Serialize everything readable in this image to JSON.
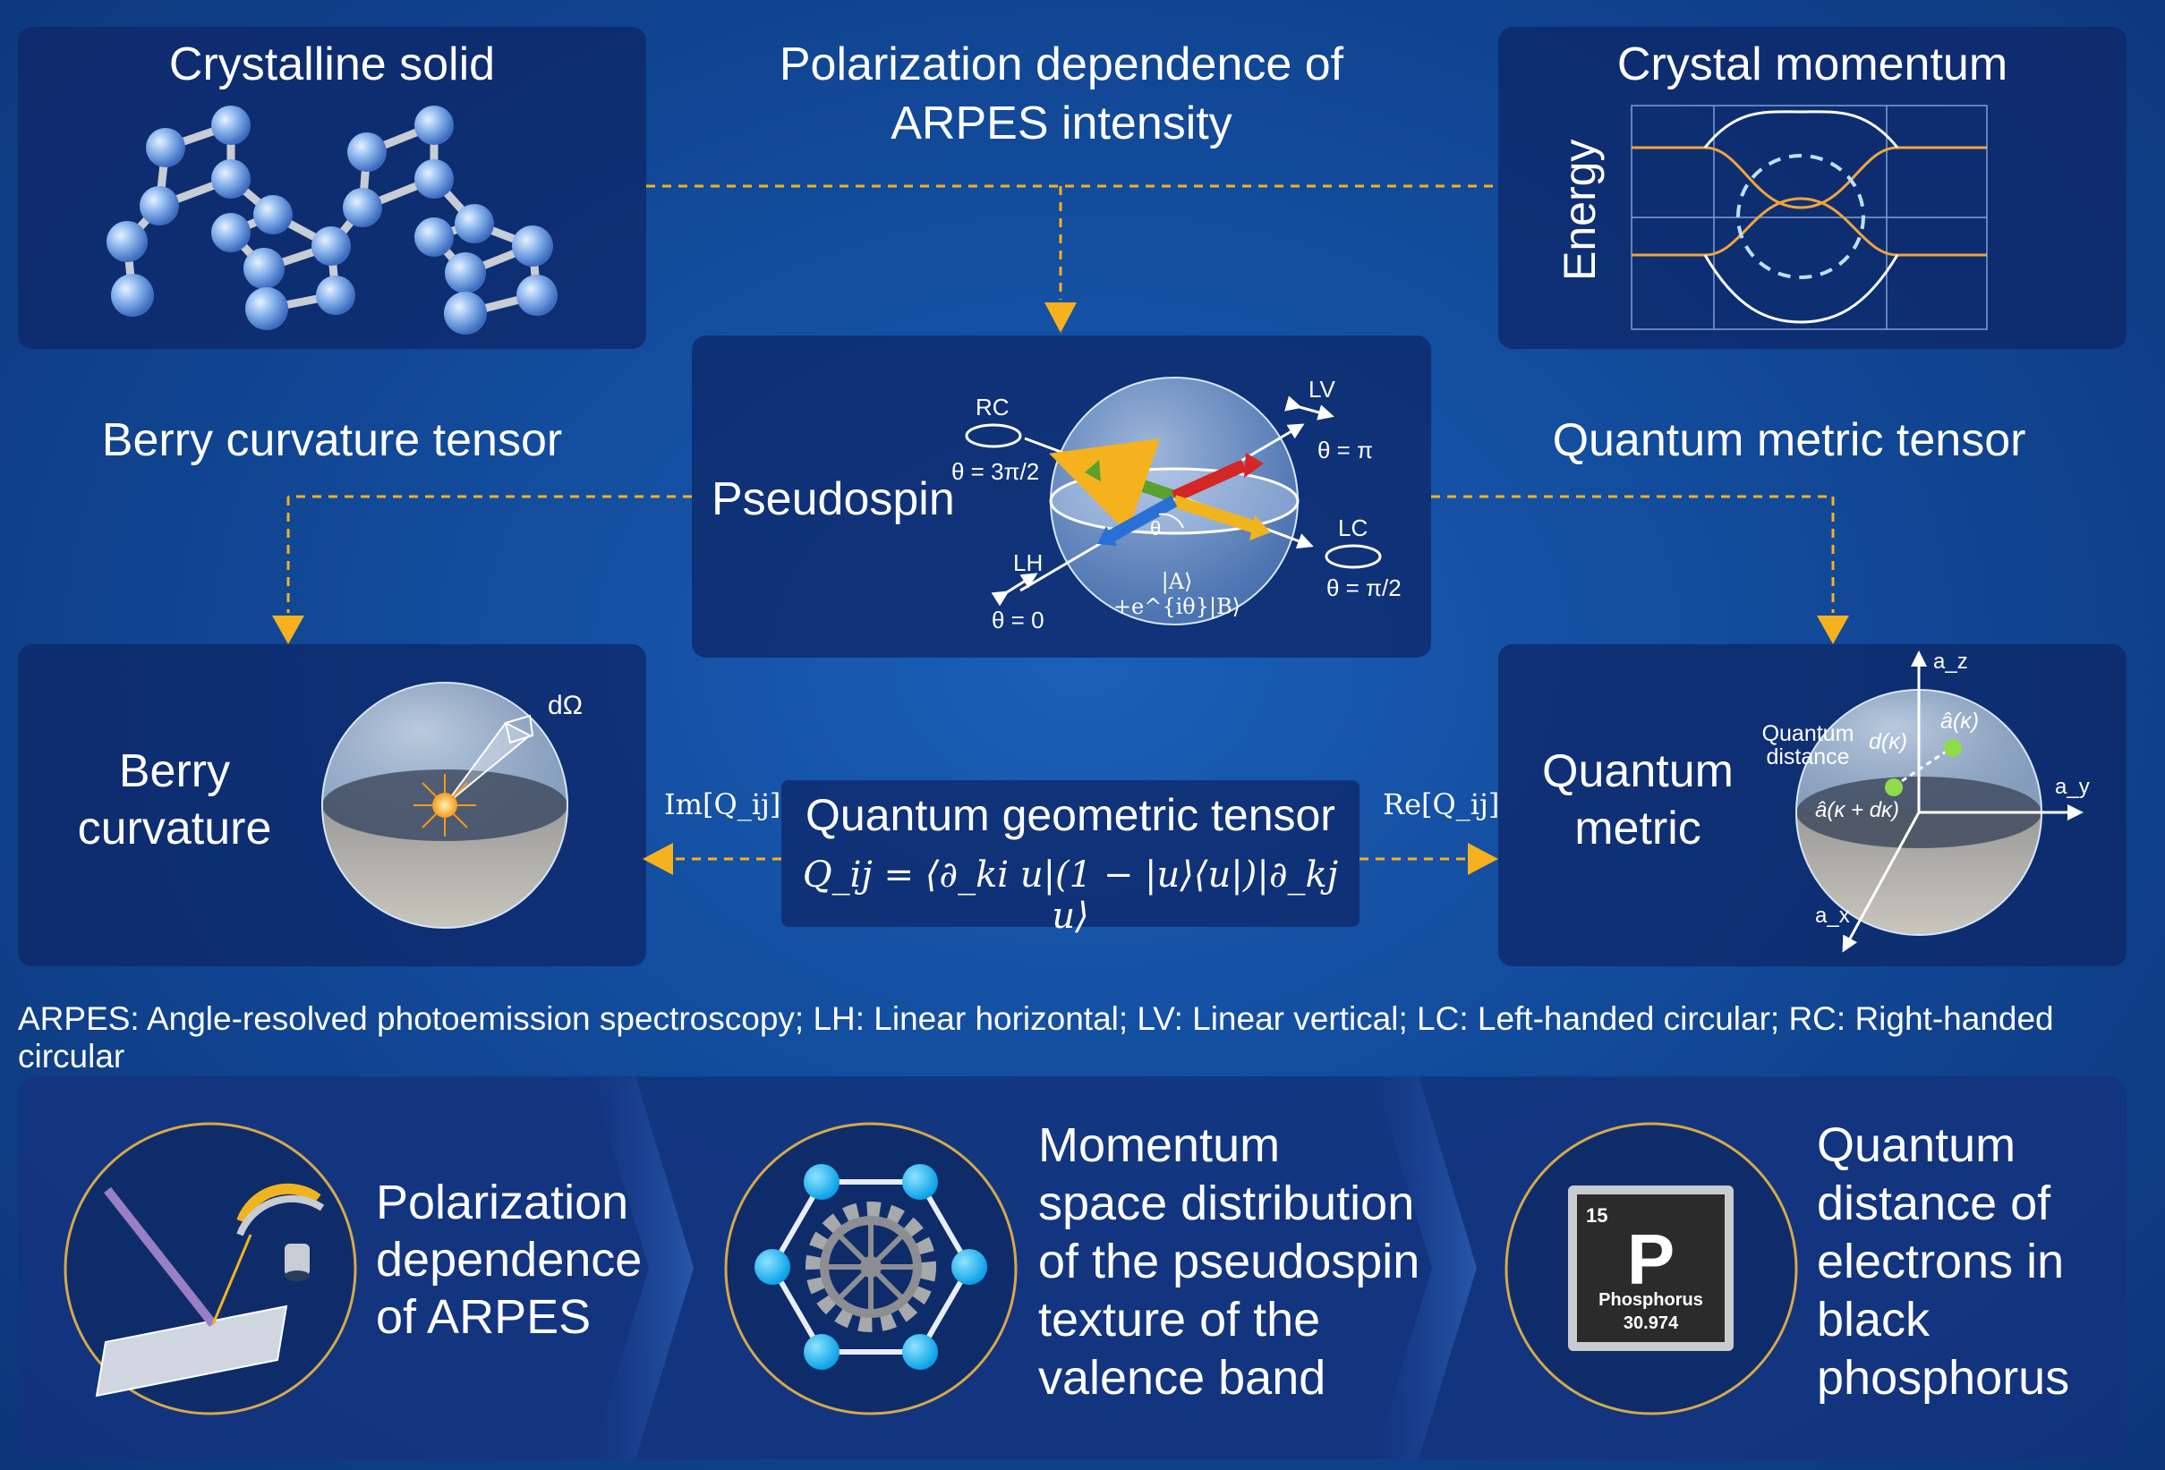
{
  "top_left": {
    "title": "Crystalline solid"
  },
  "top_center": {
    "title_line1": "Polarization dependence of",
    "title_line2": "ARPES intensity"
  },
  "top_right": {
    "title": "Crystal momentum",
    "axis_label": "Energy"
  },
  "pseudospin": {
    "title": "Pseudospin",
    "rc": "RC",
    "rc_theta": "θ = 3π/2",
    "lv": "LV",
    "lv_theta": "θ = π",
    "lc": "LC",
    "lc_theta": "θ = π/2",
    "lh": "LH",
    "lh_theta": "θ = 0",
    "theta": "θ",
    "state": "|A⟩+e^{iθ}|B⟩"
  },
  "berry_tensor_label": "Berry curvature tensor",
  "metric_tensor_label": "Quantum metric tensor",
  "berry": {
    "line1": "Berry",
    "line2": "curvature",
    "solid_angle": "dΩ"
  },
  "qgt": {
    "title": "Quantum geometric tensor",
    "formula": "Q_ij = ⟨∂_ki u|(1 − |u⟩⟨u|)|∂_kj u⟩",
    "im": "Im[Q_ij]",
    "re": "Re[Q_ij]"
  },
  "metric": {
    "line1": "Quantum",
    "line2": "metric",
    "qd1": "Quantum",
    "qd2": "distance",
    "d": "d(κ)",
    "a_k": "â(κ)",
    "a_kdk": "â(κ + dκ)",
    "az": "a_z",
    "ay": "a_y",
    "ax": "a_x"
  },
  "footnote": "ARPES: Angle-resolved photoemission spectroscopy; LH: Linear horizontal; LV: Linear vertical; LC: Left-handed circular; RC: Right-handed circular",
  "bottom": {
    "item1": [
      "Polarization",
      "dependence",
      "of ARPES"
    ],
    "item2": [
      "Momentum",
      "space distribution",
      "of the pseudospin",
      "texture of the",
      "valence band"
    ],
    "item3": [
      "Quantum",
      "distance of",
      "electrons in",
      "black",
      "phosphorus"
    ],
    "element": {
      "number": "15",
      "symbol": "P",
      "name": "Phosphorus",
      "mass": "30.974"
    }
  },
  "colors": {
    "accent": "#f5b21e",
    "panel": "#0e2869",
    "curve": "#f0a53a"
  }
}
